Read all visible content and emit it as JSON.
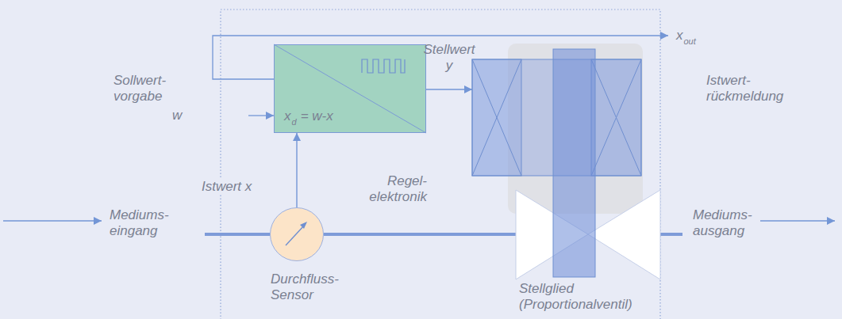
{
  "diagram": {
    "nodes": [
      {
        "text": [
          "x",
          "d",
          "= w-x",
          "Regel- elektronik"
        ]
      },
      {
        "text": [
          "Durchfluss- Sensor"
        ]
      },
      {
        "text": [
          "Stellglied (Proportionalventil)"
        ]
      }
    ],
    "edges": [
      {
        "from": 1,
        "to": 0,
        "arrow": "to",
        "label": "Istwert x"
      },
      {
        "from": 0,
        "to": 2,
        "arrow": "to",
        "label": "Stellwert y"
      },
      {
        "from": 1,
        "to": 2,
        "arrow": "none"
      }
    ],
    "labels": [
      "Sollwert- vorgabe",
      "w",
      "x",
      "out",
      "Istwert- rückmeldung",
      "Mediums- eingang",
      "Mediums- ausgang"
    ]
  }
}
